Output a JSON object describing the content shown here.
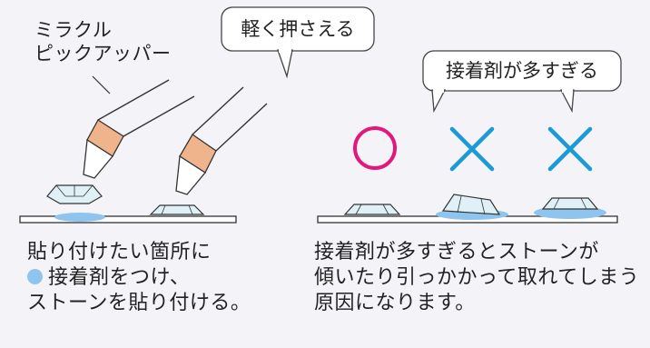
{
  "labels": {
    "tool_line1": "ミラクル",
    "tool_line2": "ピックアッパー",
    "press_bubble": "軽く押さえる",
    "too_much_bubble": "接着剤が多すぎる"
  },
  "left_caption": {
    "line1": "貼り付けたい箇所に",
    "line2": "接着剤をつけ、",
    "line3": "ストーンを貼り付ける。"
  },
  "right_caption": {
    "line1": "接着剤が多すぎるとストーンが",
    "line2": "傾いたり引っかかって取れてしまう",
    "line3": "原因になります。"
  },
  "colors": {
    "good_mark": "#e0197d",
    "bad_mark": "#1a9ad6",
    "glue": "#8fc4ee",
    "tool_tip": "#f0b48c"
  },
  "marks": [
    "good-circle",
    "bad-cross",
    "bad-cross"
  ]
}
